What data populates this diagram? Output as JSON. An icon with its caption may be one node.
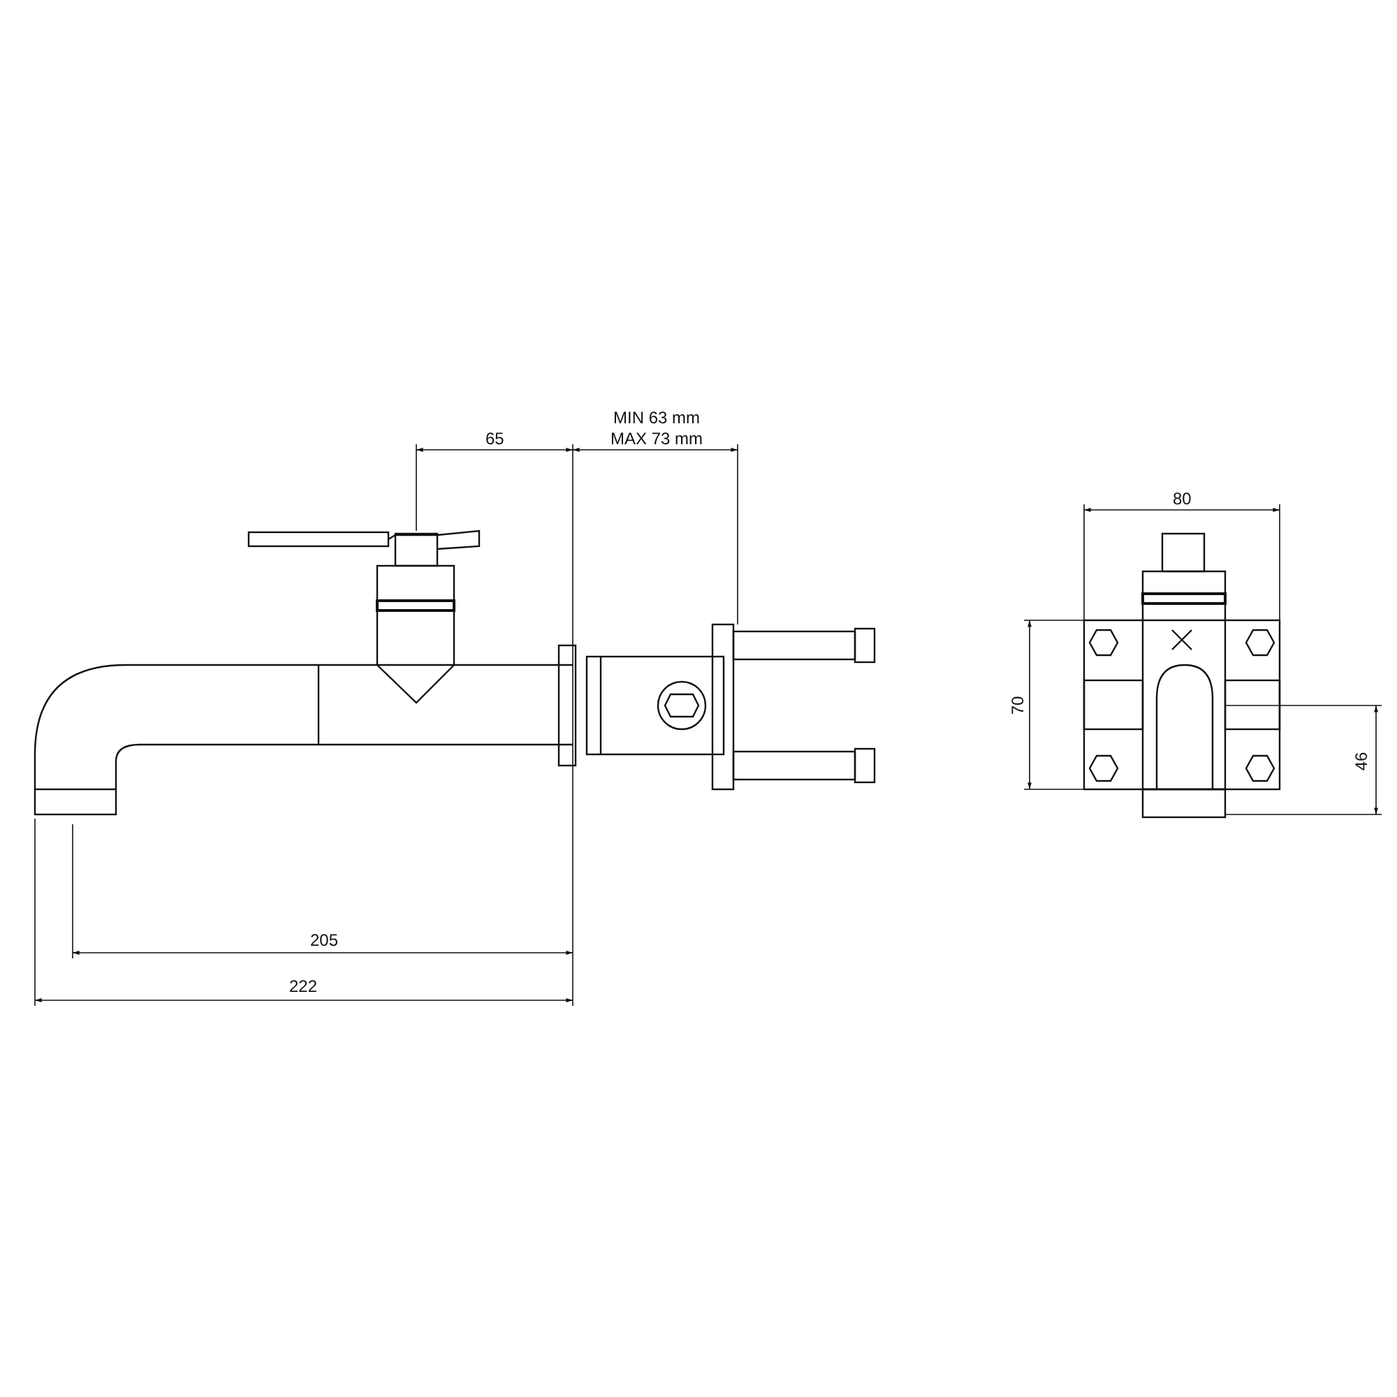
{
  "diagram": {
    "labels": [
      "MIN 63 mm",
      "MAX 73 mm",
      "65",
      "80",
      "70",
      "46",
      "205",
      "222"
    ]
  }
}
